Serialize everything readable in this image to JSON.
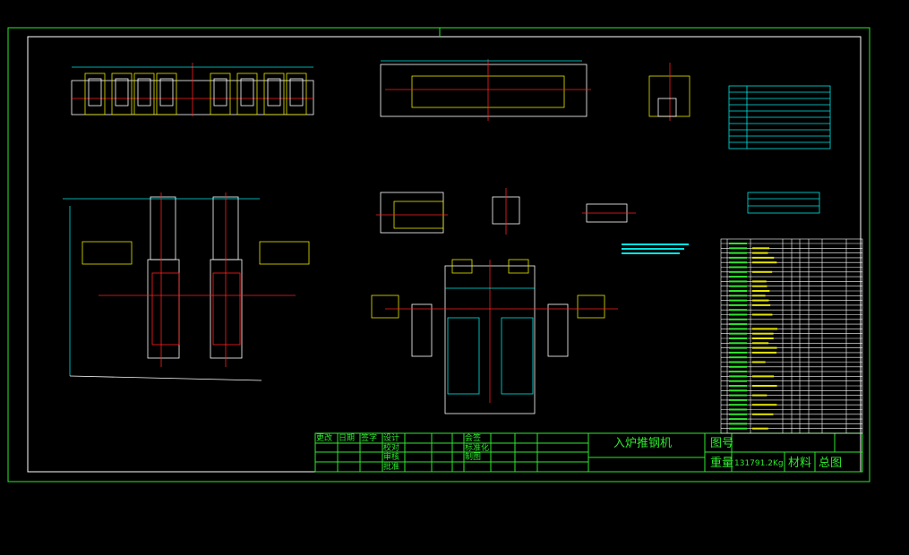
{
  "title_block": {
    "headers": [
      "更改",
      "日期",
      "签字"
    ],
    "roles_left": [
      "设计",
      "校对",
      "审核",
      "批准"
    ],
    "roles_right": [
      "会签",
      "标准化",
      "制图"
    ],
    "drawing_name": "入炉推钢机",
    "drawing_number_label": "图号",
    "weight_label": "重量",
    "weight_value": "131791.2Kg",
    "material_label": "材料",
    "material_value": "总图"
  },
  "colors": {
    "frame": "#2ee82e",
    "outline": "#ffffff",
    "centerline": "#ff2020",
    "dimension": "#00e5e5",
    "annotation": "#e5e500"
  }
}
